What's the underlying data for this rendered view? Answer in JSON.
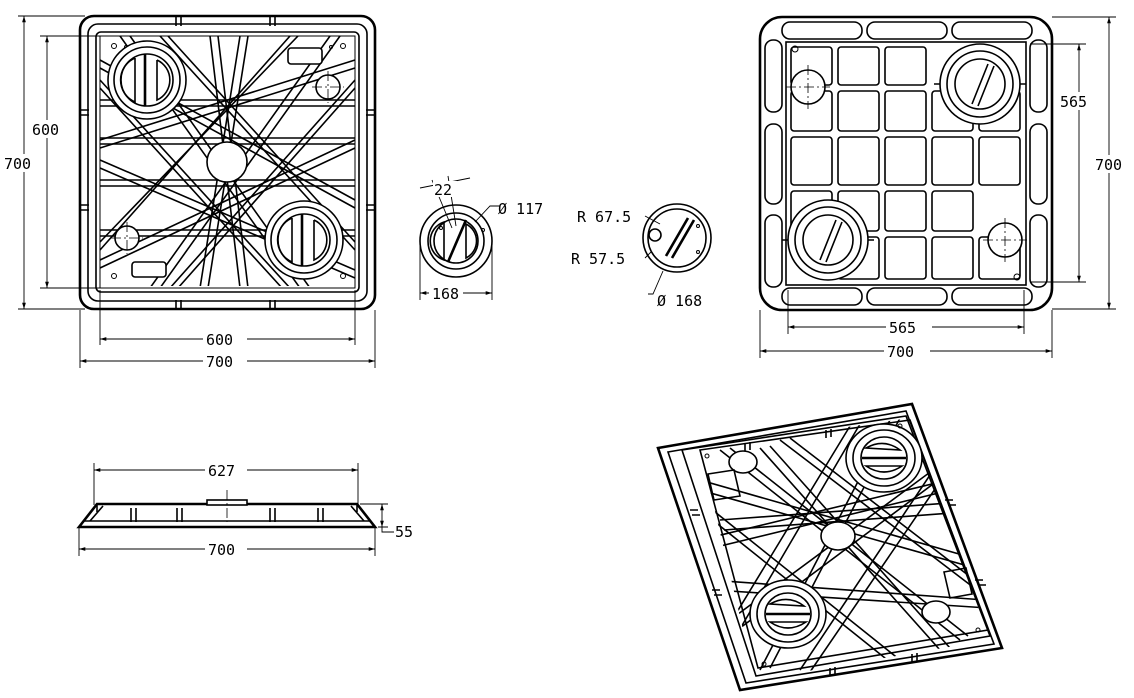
{
  "drawing": {
    "top_view": {
      "outer_width": "700",
      "inner_width": "600",
      "outer_height": "700",
      "inner_height": "600"
    },
    "cap_detail": {
      "angle": "22",
      "inner_diameter": "Ø 117",
      "outer_diameter": "168"
    },
    "cap_profile": {
      "outer_radius": "R 67.5",
      "inner_radius": "R 57.5",
      "diameter": "Ø 168"
    },
    "bottom_view": {
      "outer_width": "700",
      "inner_width": "565",
      "outer_height": "700",
      "inner_height": "565"
    },
    "side_view": {
      "top_width": "627",
      "bottom_width": "700",
      "height": "55"
    }
  }
}
